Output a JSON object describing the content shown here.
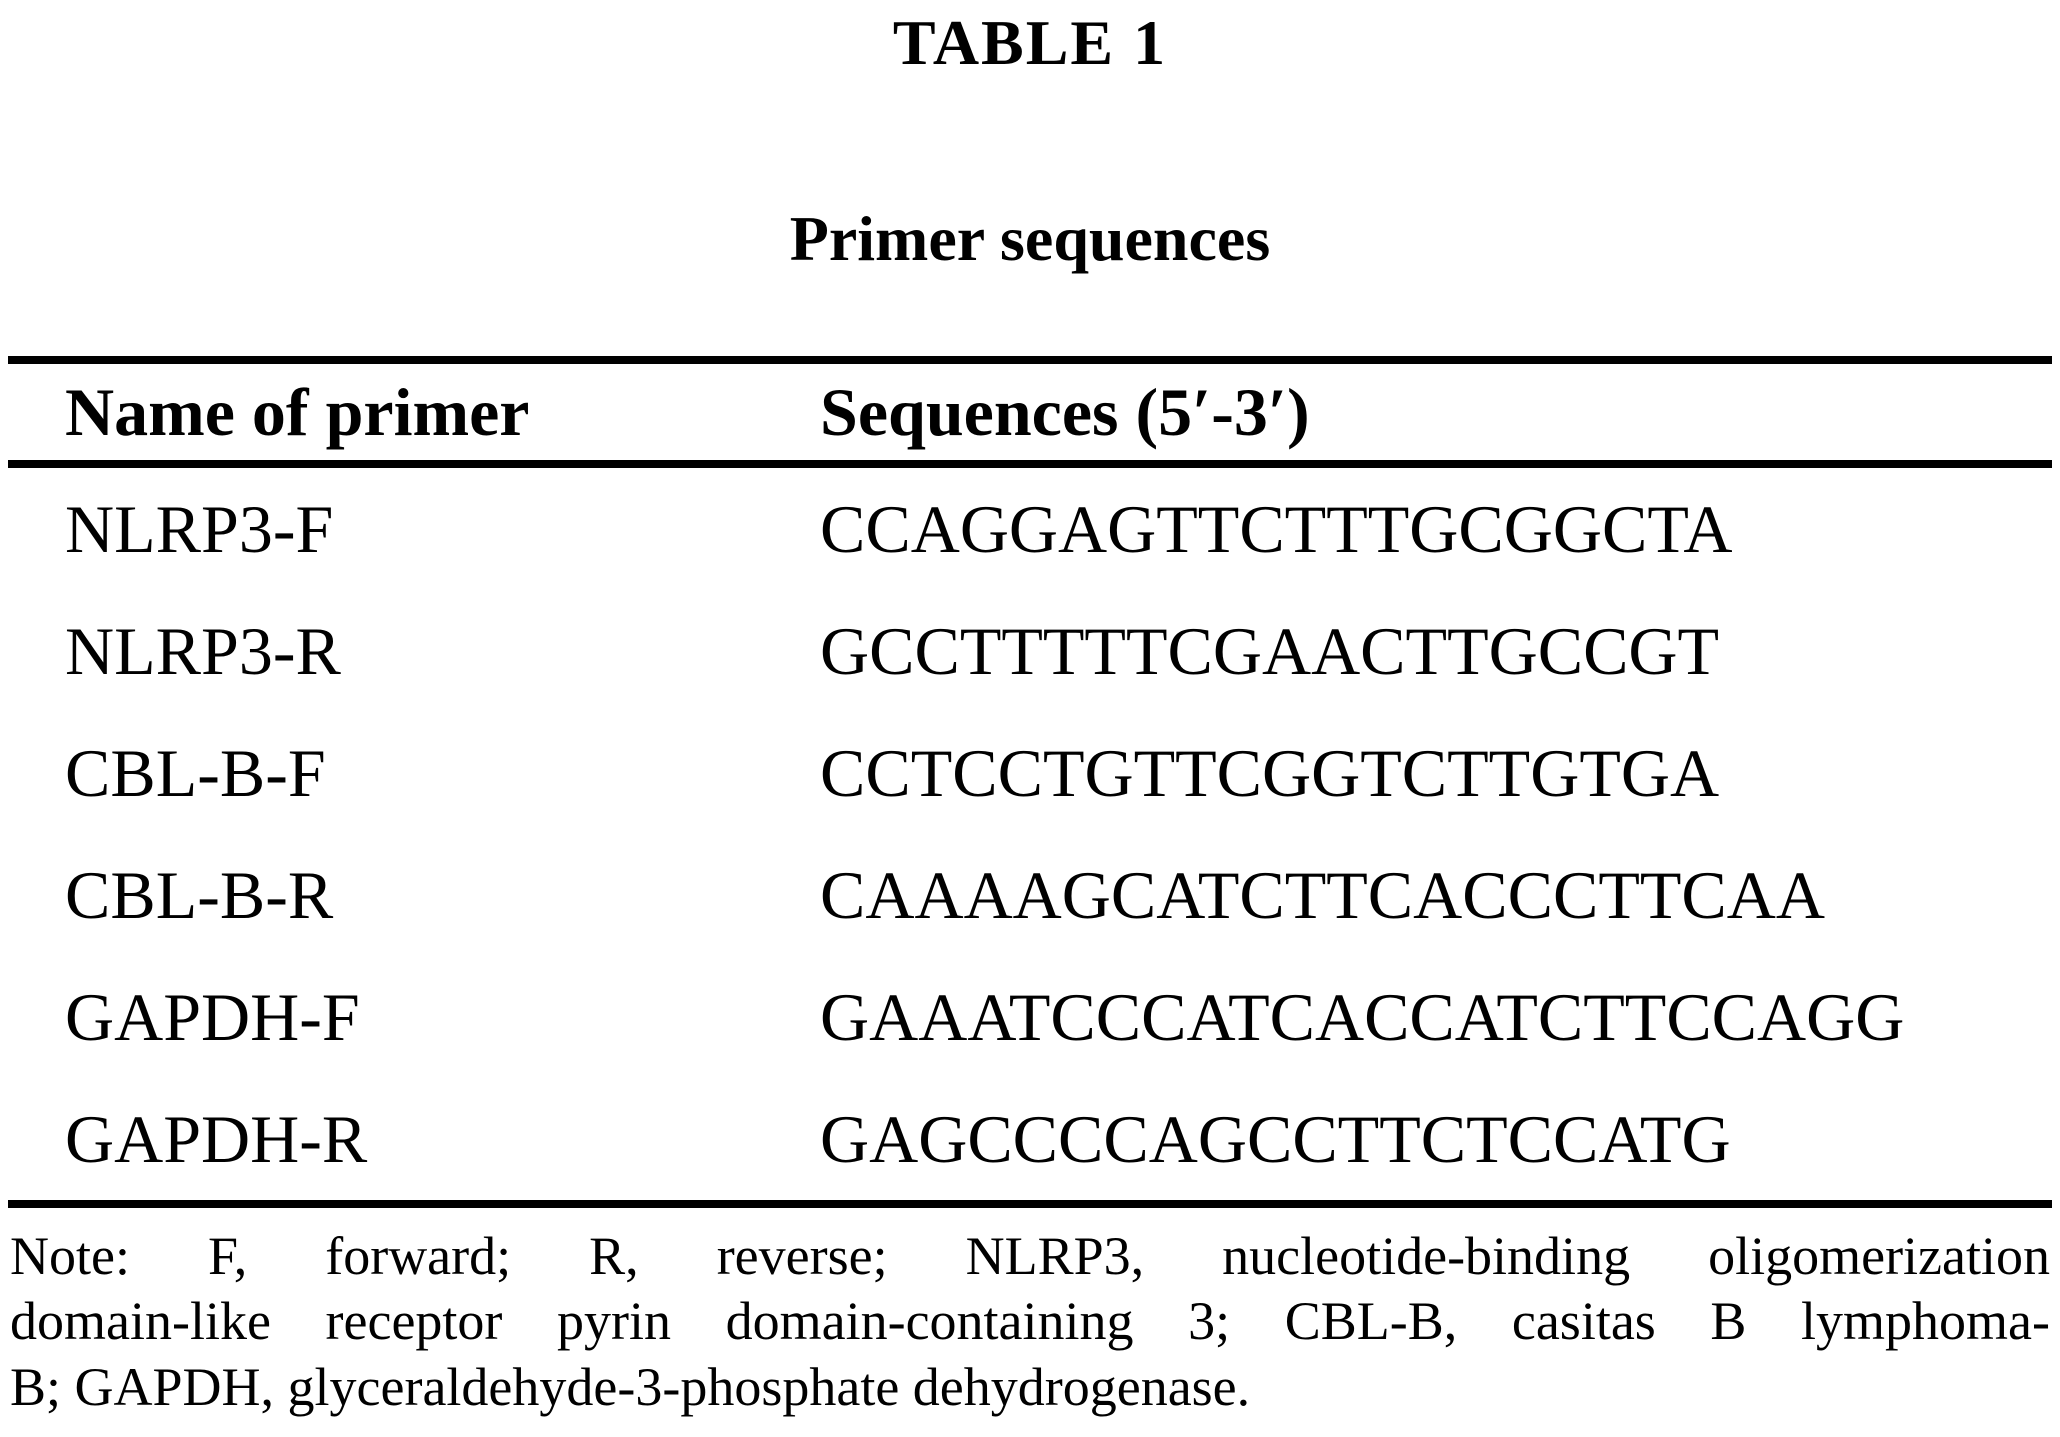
{
  "table": {
    "title": "TABLE 1",
    "subtitle": "Primer sequences",
    "columns": {
      "name": "Name of primer",
      "sequences": "Sequences (5′-3′)"
    },
    "rows": [
      {
        "name": "NLRP3-F",
        "sequence": "CCAGGAGTTCTTTGCGGCTA"
      },
      {
        "name": "NLRP3-R",
        "sequence": "GCCTTTTTCGAACTTGCCGT"
      },
      {
        "name": "CBL-B-F",
        "sequence": "CCTCCTGTTCGGTCTTGTGA"
      },
      {
        "name": "CBL-B-R",
        "sequence": "CAAAAGCATCTTCACCCTTCAA"
      },
      {
        "name": "GAPDH-F",
        "sequence": "GAAATCCCATCACCATCTTCCAGG"
      },
      {
        "name": "GAPDH-R",
        "sequence": "GAGCCCCAGCCTTCTCCATG"
      }
    ],
    "note_lines": [
      "Note: F, forward; R, reverse; NLRP3, nucleotide-binding oligomerization",
      "domain-like receptor pyrin domain-containing 3; CBL-B, casitas B lymphoma-",
      "B; GAPDH, glyceraldehyde-3-phosphate dehydrogenase."
    ]
  }
}
